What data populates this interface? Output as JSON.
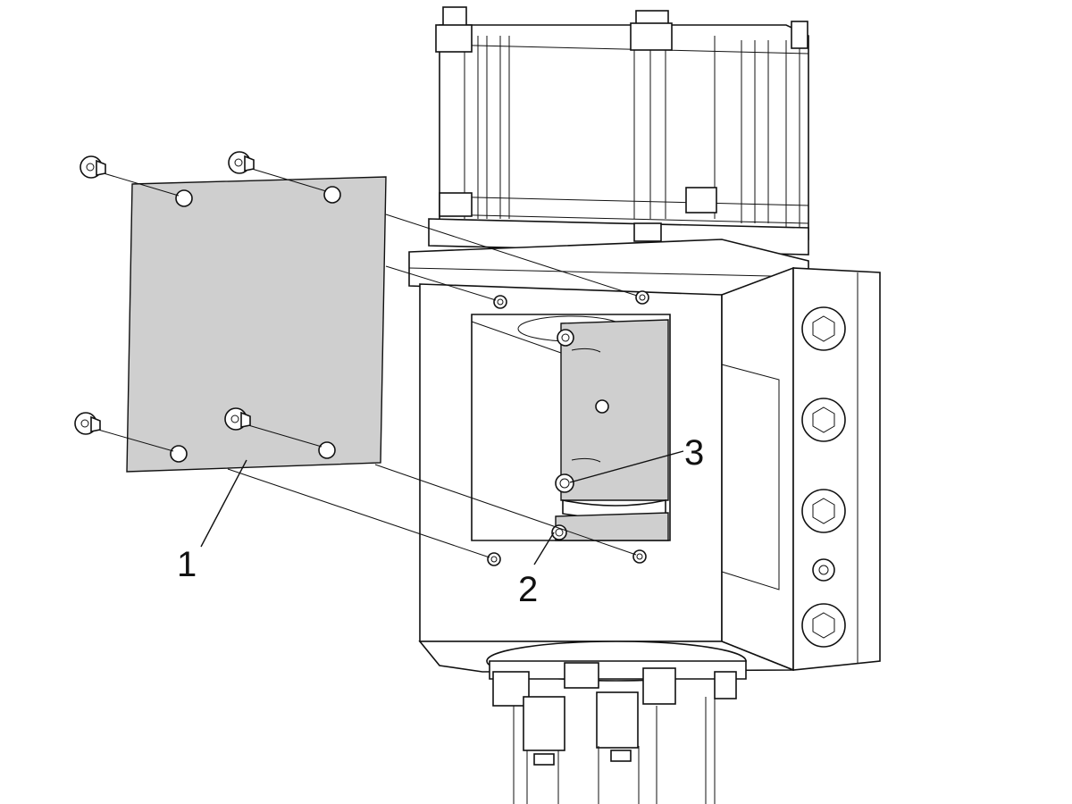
{
  "callouts": {
    "label_1": "1",
    "label_2": "2",
    "label_3": "3"
  },
  "colors": {
    "cover_plate_fill": "#cfcfcf",
    "line": "#111111",
    "background": "#ffffff"
  }
}
